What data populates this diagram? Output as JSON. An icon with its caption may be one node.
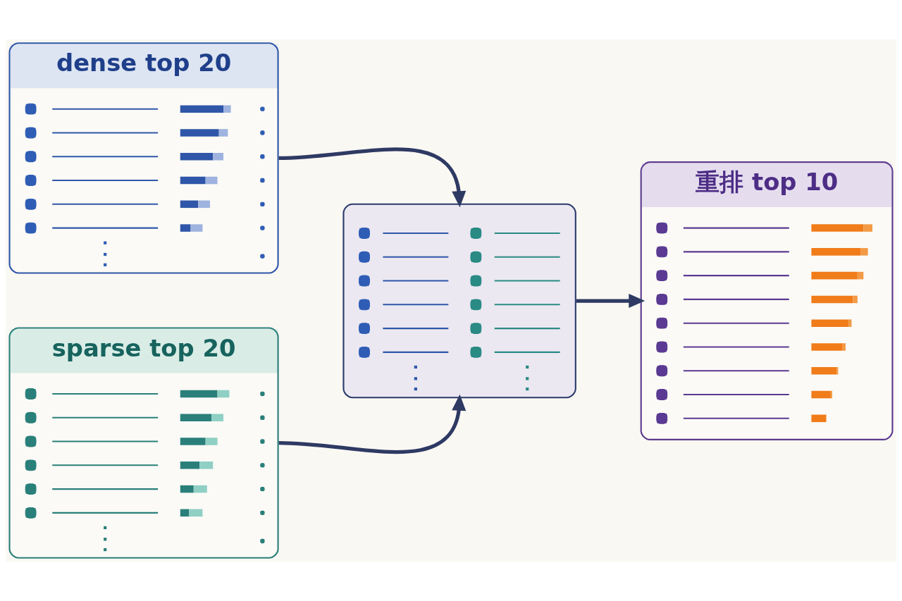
{
  "diagram": {
    "nodes": [
      {
        "text": [
          "dense top 20"
        ]
      },
      {
        "text": [
          "sparse top 20"
        ]
      },
      {
        "text": [],
        "shape": "box"
      },
      {
        "text": [
          "重排 top 10"
        ]
      }
    ],
    "edges": [
      {
        "from": 0,
        "to": 2,
        "arrow": "to"
      },
      {
        "from": 1,
        "to": 2,
        "arrow": "to"
      },
      {
        "from": 2,
        "to": 3,
        "arrow": "to"
      }
    ]
  }
}
